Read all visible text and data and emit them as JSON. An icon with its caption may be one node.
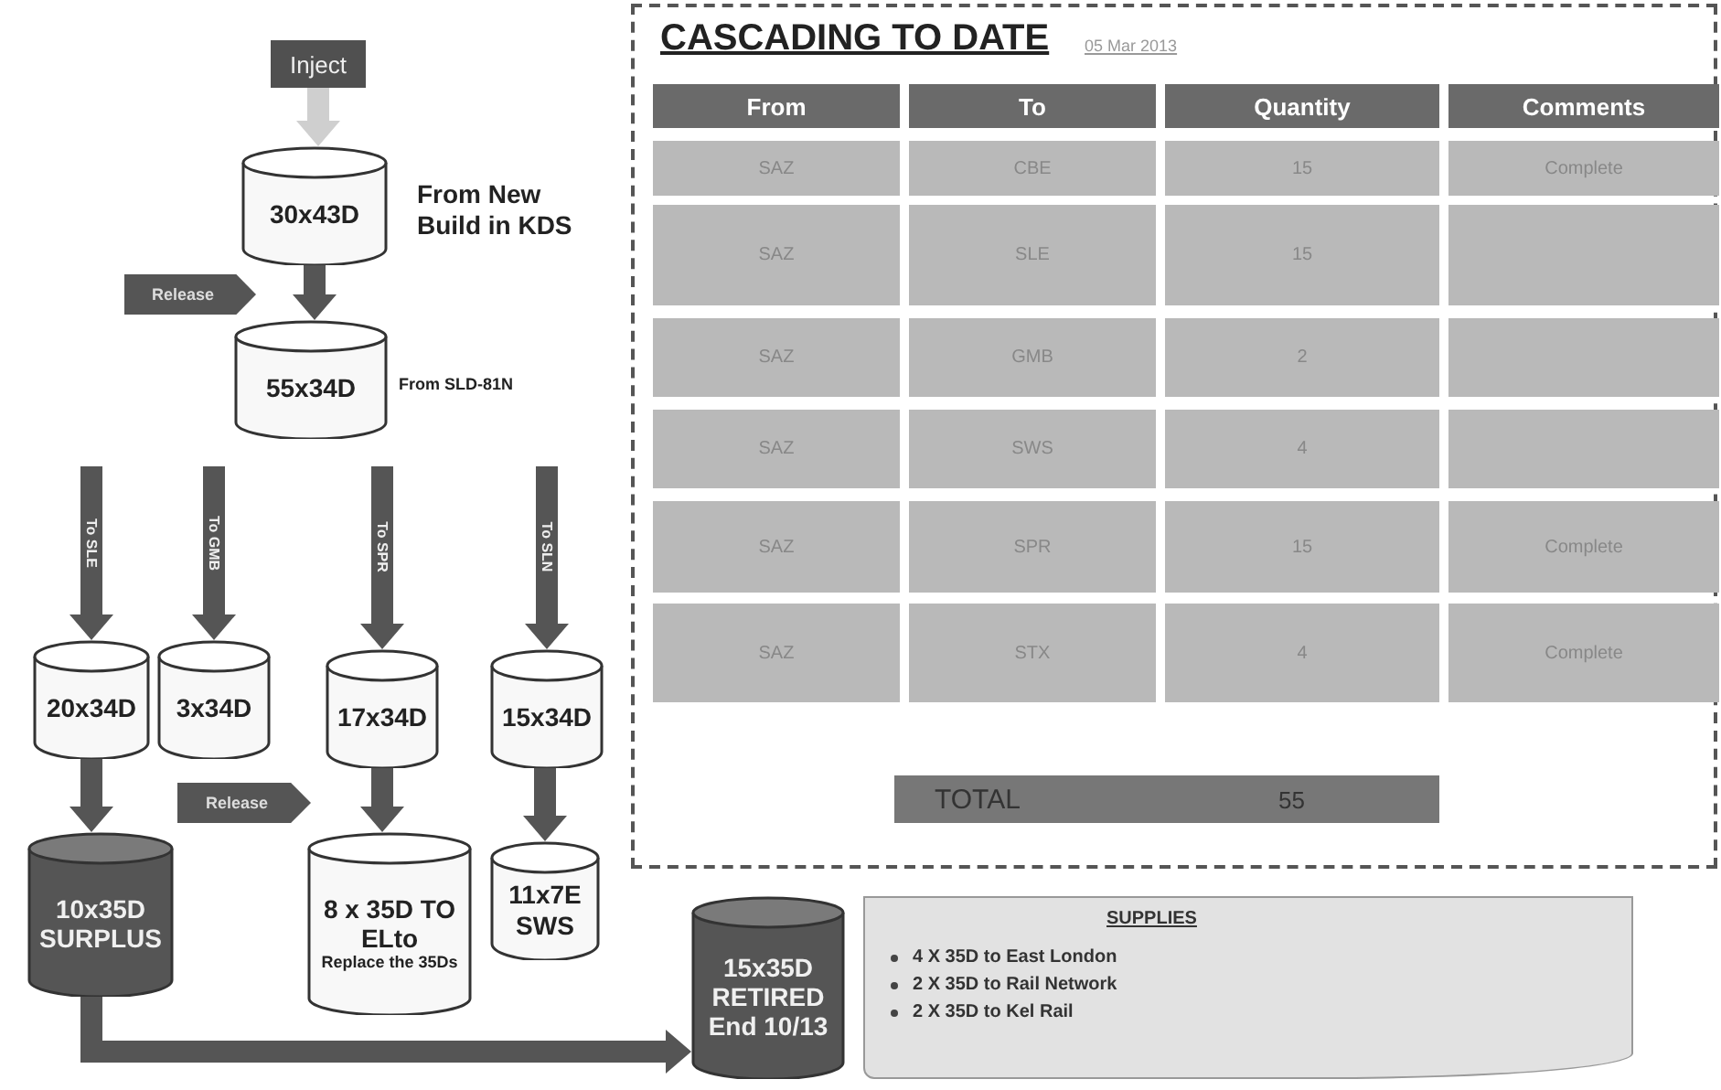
{
  "diagram": {
    "nodes": [
      {
        "text": [
          "Inject"
        ]
      },
      {
        "text": [
          "30x43D"
        ],
        "beside": [
          "From New Build in KDS"
        ]
      },
      {
        "text": [
          "55x34D"
        ],
        "beside": [
          "From SLD-81N"
        ]
      },
      {
        "text": [
          "Release"
        ]
      },
      {
        "text": [
          "20x34D"
        ]
      },
      {
        "text": [
          "3x34D"
        ]
      },
      {
        "text": [
          "17x34D"
        ]
      },
      {
        "text": [
          "15x34D"
        ]
      },
      {
        "text": [
          "Release"
        ]
      },
      {
        "text": [
          "10x35D SURPLUS"
        ]
      },
      {
        "text": [
          "8 x 35D TO ELto",
          "Replace the 35Ds"
        ]
      },
      {
        "text": [
          "11x7E SWS"
        ]
      },
      {
        "text": [
          "15x35D RETIRED End 10/13"
        ]
      },
      {
        "text": [
          "SUPPLIES",
          "4 X 35D to East London",
          "2 X 35D to Rail Network",
          "2 X 35D to Kel Rail"
        ]
      },
      {
        "text": [
          "CASCADING TO DATE",
          "05 Mar 2013"
        ]
      }
    ],
    "edges": [
      {
        "from": 0,
        "to": 1,
        "arrow": "to",
        "color": "#cfcfcf"
      },
      {
        "from": 1,
        "to": 2,
        "arrow": "to"
      },
      {
        "from": null,
        "to": 4,
        "arrow": "to",
        "label": "To SLE"
      },
      {
        "from": null,
        "to": 5,
        "arrow": "to",
        "label": "To GMB"
      },
      {
        "from": null,
        "to": 6,
        "arrow": "to",
        "label": "To SPR"
      },
      {
        "from": null,
        "to": 7,
        "arrow": "to",
        "label": "To SLN"
      },
      {
        "from": 4,
        "to": 9,
        "arrow": "to"
      },
      {
        "from": 6,
        "to": 10,
        "arrow": "to"
      },
      {
        "from": 7,
        "to": 11,
        "arrow": "to"
      },
      {
        "from": 9,
        "to": 12,
        "arrow": "to"
      }
    ],
    "labels": [
      "From",
      "To",
      "Quantity",
      "Comments",
      "SAZ",
      "CBE",
      "15",
      "Complete",
      "SAZ",
      "SLE",
      "15",
      "SAZ",
      "GMB",
      "2",
      "SAZ",
      "SWS",
      "4",
      "SAZ",
      "SPR",
      "15",
      "Complete",
      "SAZ",
      "STX",
      "4",
      "Complete",
      "TOTAL",
      "55"
    ]
  }
}
